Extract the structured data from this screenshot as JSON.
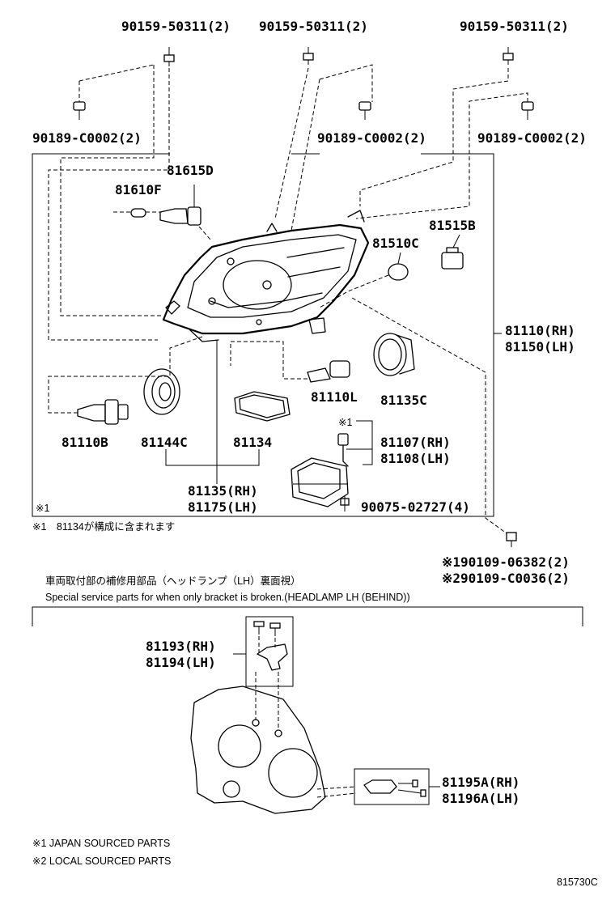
{
  "labels": {
    "screw_top_left": "90159-50311(2)",
    "screw_top_mid": "90159-50311(2)",
    "screw_top_right": "90159-50311(2)",
    "clip_left": "90189-C0002(2)",
    "clip_mid": "90189-C0002(2)",
    "clip_right": "90189-C0002(2)",
    "bulb_81615d": "81615D",
    "bulb_81610f": "81610F",
    "socket_81515b": "81515B",
    "bulb_81510c": "81510C",
    "headlamp_rh": "81110(RH)",
    "headlamp_lh": "81150(LH)",
    "bulb_81110l": "81110L",
    "cover_81135c": "81135C",
    "bulb_81110b": "81110B",
    "cover_81144c": "81144C",
    "gasket_81134": "81134",
    "note_mark_1": "※1",
    "computer_rh": "81107(RH)",
    "computer_lh": "81108(LH)",
    "cover_rh": "81135(RH)",
    "cover_lh": "81175(LH)",
    "screw_90075": "90075-02727(4)",
    "box_note_mark": "※1",
    "bolt_1": "※190109-06382(2)",
    "bolt_2": "※290109-C0036(2)",
    "bracket_rh": "81193(RH)",
    "bracket_lh": "81194(LH)",
    "bracket2_rh": "81195A(RH)",
    "bracket2_lh": "81196A(LH)"
  },
  "notes": {
    "footnote_81134": "※1　81134が構成に含まれます",
    "service_jp": "車両取付部の補修用部品（ヘッドランプ（LH）裏面視）",
    "service_en": "Special service parts for when only bracket is broken.(HEADLAMP LH (BEHIND))",
    "japan_sourced": "※1 JAPAN SOURCED PARTS",
    "local_sourced": "※2 LOCAL SOURCED PARTS",
    "diagram_code": "815730C"
  }
}
